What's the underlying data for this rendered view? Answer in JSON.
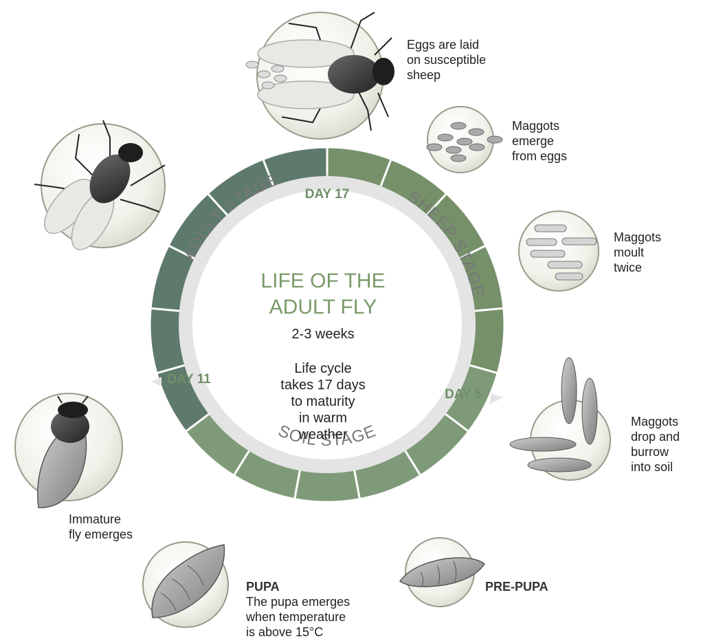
{
  "center": {
    "title_line1": "LIFE OF THE",
    "title_line2": "ADULT FLY",
    "duration": "2-3 weeks",
    "description": [
      "Life cycle",
      "takes 17 days",
      "to maturity",
      "in warm",
      "weather"
    ]
  },
  "ring": {
    "stages": {
      "adult": "ADULT STAGE",
      "sheep": "SHEEP STAGE",
      "soil": "SOIL STAGE"
    },
    "day_markers": {
      "day17": "DAY 17",
      "day5": "DAY 5",
      "day11": "DAY 11"
    },
    "colors": {
      "adult": "#5e7a6c",
      "sheep": "#76906a",
      "soil": "#7f9a78",
      "inner_band": "#e4e4e4"
    }
  },
  "steps": {
    "eggs": [
      "Eggs are laid",
      "on susceptible",
      "sheep"
    ],
    "maggots_emerge": [
      "Maggots",
      "emerge",
      "from eggs"
    ],
    "maggots_moult": [
      "Maggots",
      "moult",
      "twice"
    ],
    "maggots_drop": [
      "Maggots",
      "drop and",
      "burrow",
      "into soil"
    ],
    "prepupa_title": "PRE-PUPA",
    "pupa_title": "PUPA",
    "pupa_desc": [
      "The pupa emerges",
      "when temperature",
      "is above 15°C"
    ],
    "immature": [
      "Immature",
      "fly emerges"
    ]
  },
  "icons": [
    "adult-fly-eggs-icon",
    "eggs-icon",
    "maggots-moult-icon",
    "maggots-burrow-icon",
    "prepupa-icon",
    "pupa-icon",
    "immature-fly-icon",
    "adult-fly-icon"
  ]
}
